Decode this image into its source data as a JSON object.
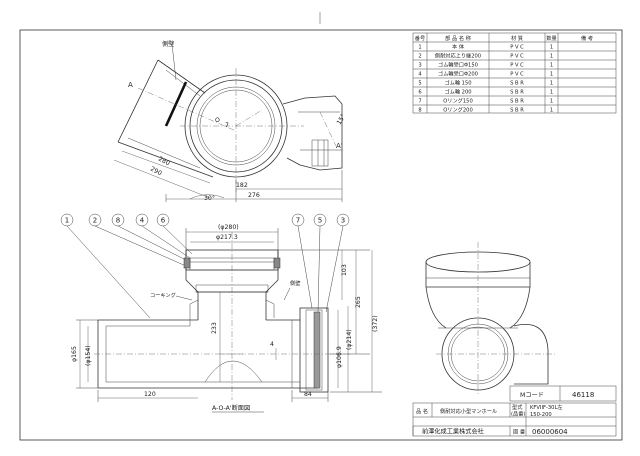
{
  "parts_table": {
    "headers": {
      "no": "番号",
      "name": "部 品 名 称",
      "material": "材 質",
      "qty": "数量",
      "note": "備 考"
    },
    "rows": [
      {
        "no": "1",
        "name": "本 体",
        "material": "P V C",
        "qty": "1"
      },
      {
        "no": "2",
        "name": "側耐対応上り継200",
        "material": "P V C",
        "qty": "1"
      },
      {
        "no": "3",
        "name": "ゴム輪受口Φ150",
        "material": "P V C",
        "qty": "1"
      },
      {
        "no": "4",
        "name": "ゴム輪受口Φ200",
        "material": "P V C",
        "qty": "1"
      },
      {
        "no": "5",
        "name": "ゴム輪 150",
        "material": "S B R",
        "qty": "1"
      },
      {
        "no": "6",
        "name": "ゴム輪 200",
        "material": "S B R",
        "qty": "1"
      },
      {
        "no": "7",
        "name": "Oリング150",
        "material": "S B R",
        "qty": "1"
      },
      {
        "no": "8",
        "name": "Oリング200",
        "material": "S B R",
        "qty": "1"
      }
    ]
  },
  "title_block": {
    "m_code_label": "Mコード",
    "m_code_value": "46118",
    "name_label": "品 名",
    "name_value": "側耐対応小型マンホール",
    "type_label": "型式",
    "type_label_sub": "(品番)",
    "type_value_1": "KFVIIF-30L左",
    "type_value_2": "150-200",
    "company": "前澤化成工業株式会社",
    "drawing_no_label": "図 番",
    "drawing_no_value": "06000604"
  },
  "top_view": {
    "label_A": "A",
    "label_A_prime": "A'",
    "note_wall": "側壁",
    "dim_280": "280",
    "dim_290": "290",
    "dim_182": "182",
    "dim_276": "276",
    "angle_30": "30°",
    "angle_15": "15°",
    "text_O": "O",
    "text_7": "7"
  },
  "section_view": {
    "balloons": [
      "1",
      "2",
      "8",
      "4",
      "6",
      "7",
      "5",
      "3"
    ],
    "dim_phi280": "(φ280)",
    "dim_phi217": "φ217.3",
    "dim_103": "103",
    "dim_265": "265",
    "dim_372": "(372)",
    "dim_233": "233",
    "dim_4": "4",
    "dim_phi165": "φ165",
    "dim_phi154": "(φ154)",
    "dim_phi106": "φ106.9",
    "dim_phi214": "(φ214)",
    "dim_120": "120",
    "dim_84": "84",
    "note_caulking": "コーキング",
    "note_wall": "側壁",
    "caption": "A-O-A'断面図"
  }
}
